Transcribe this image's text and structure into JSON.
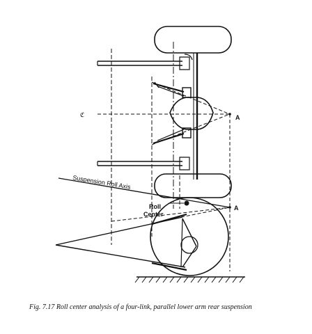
{
  "labels": {
    "point_a_top": "A",
    "point_a_bottom": "A",
    "centerline_mark": "ℭ",
    "suspension_roll_axis": "Suspension Roll Axis",
    "roll_center_line1": "Roll",
    "roll_center_line2": "Center"
  },
  "caption": "Fig. 7.17  Roll center analysis of a four-link, parallel lower arm rear suspension"
}
